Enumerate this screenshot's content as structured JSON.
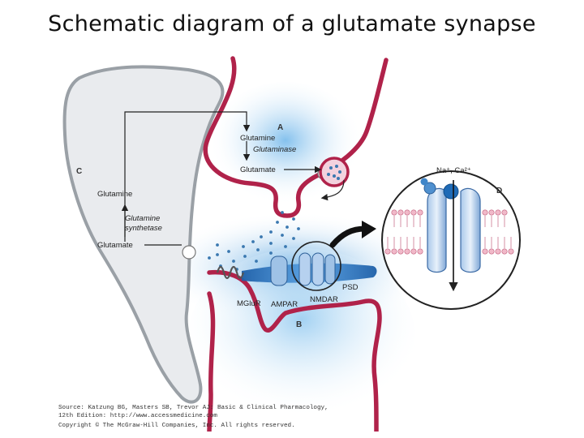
{
  "title": "Schematic diagram of a glutamate synapse",
  "labels": {
    "a": "A",
    "b": "B",
    "c": "C",
    "d": "D",
    "glutamine_top": "Glutamine",
    "glutaminase": "Glutaminase",
    "glutamate_top": "Glutamate",
    "glutamine_glia": "Glutamine",
    "glutamine_synthetase_1": "Glutamine",
    "glutamine_synthetase_2": "synthetase",
    "glutamate_glia": "Glutamate",
    "psd": "PSD",
    "mglur": "MGluR",
    "ampar": "AMPAR",
    "nmdar": "NMDAR",
    "ions": "Na⁺, Ca²⁺"
  },
  "source": {
    "line1": "Source: Katzung BG, Masters SB, Trevor AJ: Basic & Clinical Pharmacology,",
    "line2": "12th Edition: http://www.accessmedicine.com",
    "line3": "Copyright © The McGraw-Hill Companies, Inc. All rights reserved."
  },
  "colors": {
    "membrane": "#b0224a",
    "glia_outline": "#9aa0a6",
    "glia_fill": "#e9ebee",
    "cleft_blue": "#2f86c8",
    "receptor": "#8fb6e0",
    "dots": "#3a78b0"
  }
}
